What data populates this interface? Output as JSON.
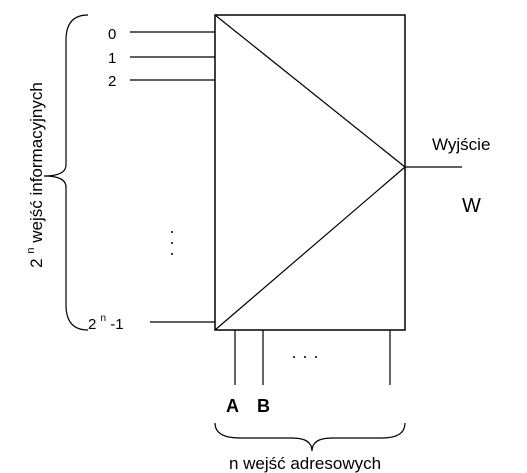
{
  "inputs": {
    "in0": "0",
    "in1": "1",
    "in2": "2",
    "inlast_base": "2",
    "inlast_sup": "n",
    "inlast_rest": "-1",
    "dots": "· · ·",
    "group_label_base": "2",
    "group_label_sup": "n",
    "group_label_rest": "wejść informacyjnych"
  },
  "output": {
    "label": "Wyjście",
    "symbol": "W"
  },
  "address": {
    "a": "A",
    "b": "B",
    "dots": "· · ·",
    "group_label": "n wejść adresowych"
  }
}
